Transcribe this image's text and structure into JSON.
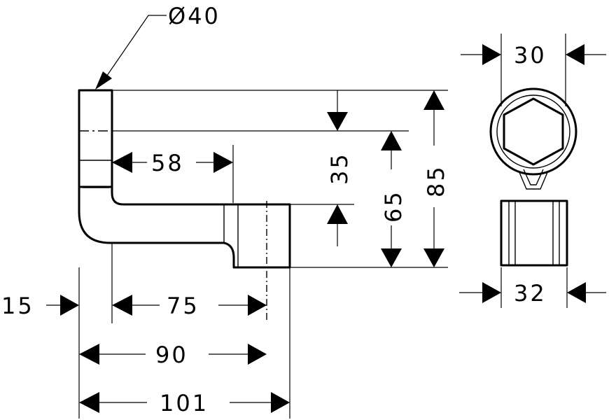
{
  "labels": {
    "diameter": "Ø40",
    "d30": "30",
    "d32": "32",
    "d35": "35",
    "d65": "65",
    "d85": "85",
    "d58": "58",
    "d15": "15",
    "d75": "75",
    "d90": "90",
    "d101": "101"
  }
}
